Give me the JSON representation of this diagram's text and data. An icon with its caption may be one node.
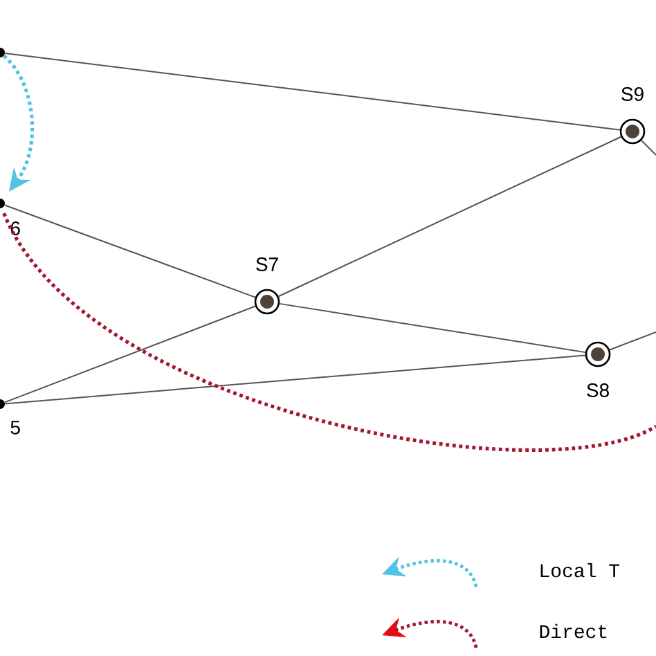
{
  "diagram": {
    "nodes": [
      {
        "text": [],
        "shape": "circle"
      },
      {
        "text": [],
        "shape": "circle",
        "beside": [
          "6"
        ]
      },
      {
        "text": [],
        "shape": "circle",
        "beside": [
          "5"
        ]
      },
      {
        "text": [],
        "shape": "circle",
        "beside": [
          "S7"
        ]
      },
      {
        "text": [],
        "shape": "circle",
        "beside": [
          "S9"
        ]
      },
      {
        "text": [],
        "shape": "circle",
        "beside": [
          "S8"
        ]
      }
    ],
    "edges": [
      {
        "from": 0,
        "to": 4,
        "arrow": "none"
      },
      {
        "from": 1,
        "to": 3,
        "arrow": "none"
      },
      {
        "from": 2,
        "to": 3,
        "arrow": "none"
      },
      {
        "from": 3,
        "to": 4,
        "arrow": "none"
      },
      {
        "from": 3,
        "to": 5,
        "arrow": "none"
      },
      {
        "from": 2,
        "to": 5,
        "arrow": "none"
      },
      {
        "from": 4,
        "to": null,
        "arrow": "none"
      },
      {
        "from": 5,
        "to": null,
        "arrow": "none"
      },
      {
        "from": 0,
        "to": 1,
        "arrow": "to",
        "style": "dashed",
        "color": "#4fc3e0"
      },
      {
        "from": 1,
        "to": null,
        "arrow": "none",
        "style": "dashed",
        "color": "#a3162e"
      }
    ],
    "legend": [
      {
        "text": "Local T"
      },
      {
        "text": "Direct"
      }
    ]
  }
}
